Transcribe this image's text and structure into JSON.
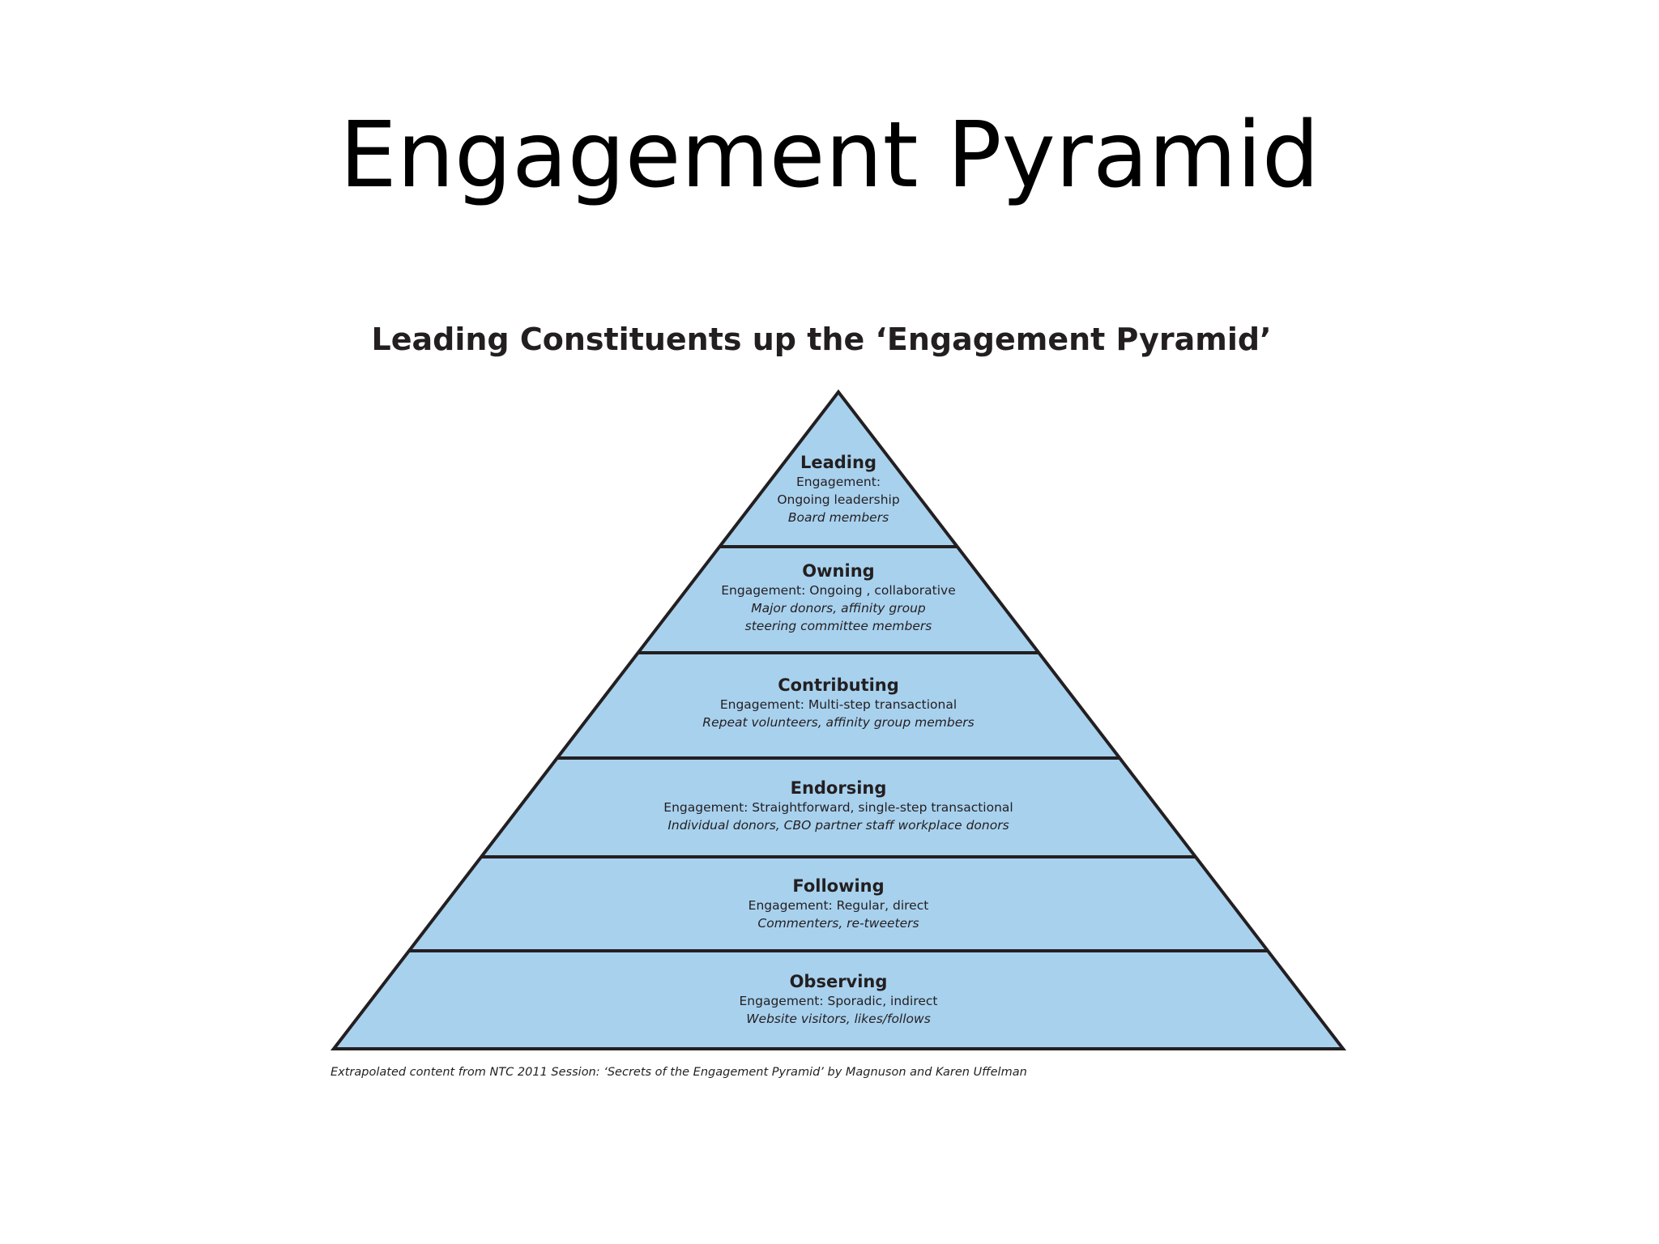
{
  "slide": {
    "title": "Engagement Pyramid"
  },
  "figure": {
    "title": "Leading Constituents up the ‘Engagement Pyramid’",
    "footnote": "Extrapolated content from NTC 2011 Session: ‘Secrets of the Engagement Pyramid’ by Magnuson and Karen Uffelman"
  },
  "colors": {
    "tier_fill": "#a8d1ee",
    "outline": "#231f20"
  },
  "tiers": [
    {
      "name": "Leading",
      "lines": [
        "Engagement:",
        "Ongoing leadership"
      ],
      "italic_lines": [
        "Board members"
      ]
    },
    {
      "name": "Owning",
      "lines": [
        "Engagement: Ongoing , collaborative"
      ],
      "italic_lines": [
        "Major donors, affinity group",
        "steering committee members"
      ]
    },
    {
      "name": "Contributing",
      "lines": [
        "Engagement: Multi-step transactional"
      ],
      "italic_lines": [
        "Repeat volunteers, affinity group members"
      ]
    },
    {
      "name": "Endorsing",
      "lines": [
        "Engagement: Straightforward, single-step transactional"
      ],
      "italic_lines": [
        "Individual donors, CBO partner staff workplace donors"
      ]
    },
    {
      "name": "Following",
      "lines": [
        "Engagement: Regular, direct"
      ],
      "italic_lines": [
        "Commenters, re-tweeters"
      ]
    },
    {
      "name": "Observing",
      "lines": [
        "Engagement: Sporadic, indirect"
      ],
      "italic_lines": [
        "Website visitors, likes/follows"
      ]
    }
  ]
}
